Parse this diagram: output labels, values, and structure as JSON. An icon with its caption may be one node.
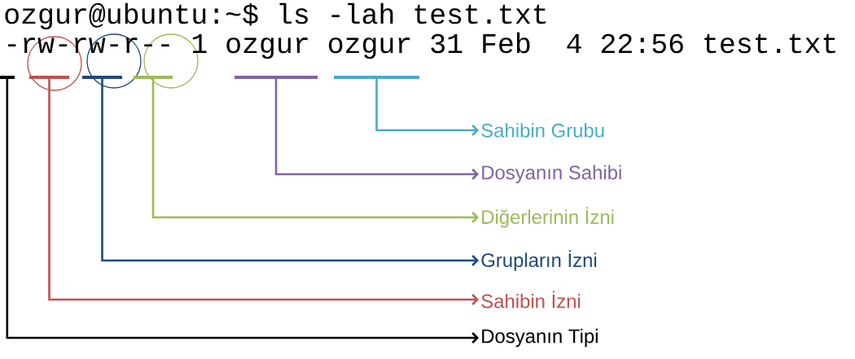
{
  "diagram": {
    "nodes": [
      {
        "text": [],
        "shape": "bar"
      },
      {
        "text": [],
        "shape": "bar"
      },
      {
        "text": [],
        "shape": "bar"
      },
      {
        "text": [],
        "shape": "bar"
      },
      {
        "text": [],
        "shape": "bar"
      },
      {
        "text": [],
        "shape": "bar"
      },
      {
        "text": [
          "Sahibin Grubu"
        ]
      },
      {
        "text": [
          "Dosyanın Sahibi"
        ]
      },
      {
        "text": [
          "Diğerlerinin İzni"
        ]
      },
      {
        "text": [
          "Grupların İzni"
        ]
      },
      {
        "text": [
          "Sahibin İzni"
        ]
      },
      {
        "text": [
          "Dosyanın Tipi"
        ]
      }
    ],
    "edges": [
      {
        "from": 5,
        "to": 6,
        "arrow": "to",
        "color": "#4bacc6"
      },
      {
        "from": 4,
        "to": 7,
        "arrow": "to",
        "color": "#8064a2"
      },
      {
        "from": 3,
        "to": 8,
        "arrow": "to",
        "color": "#9bbb59"
      },
      {
        "from": 2,
        "to": 9,
        "arrow": "to",
        "color": "#1f497d"
      },
      {
        "from": 1,
        "to": 10,
        "arrow": "to",
        "color": "#c0504d"
      },
      {
        "from": 0,
        "to": 11,
        "arrow": "to",
        "color": "#000000"
      }
    ],
    "labels": [
      "ozgur@ubuntu:~$ ls -lah test.txt",
      "-rw-rw-r-- 1 ozgur ozgur 31 Feb  4 22:56 test.txt"
    ]
  }
}
